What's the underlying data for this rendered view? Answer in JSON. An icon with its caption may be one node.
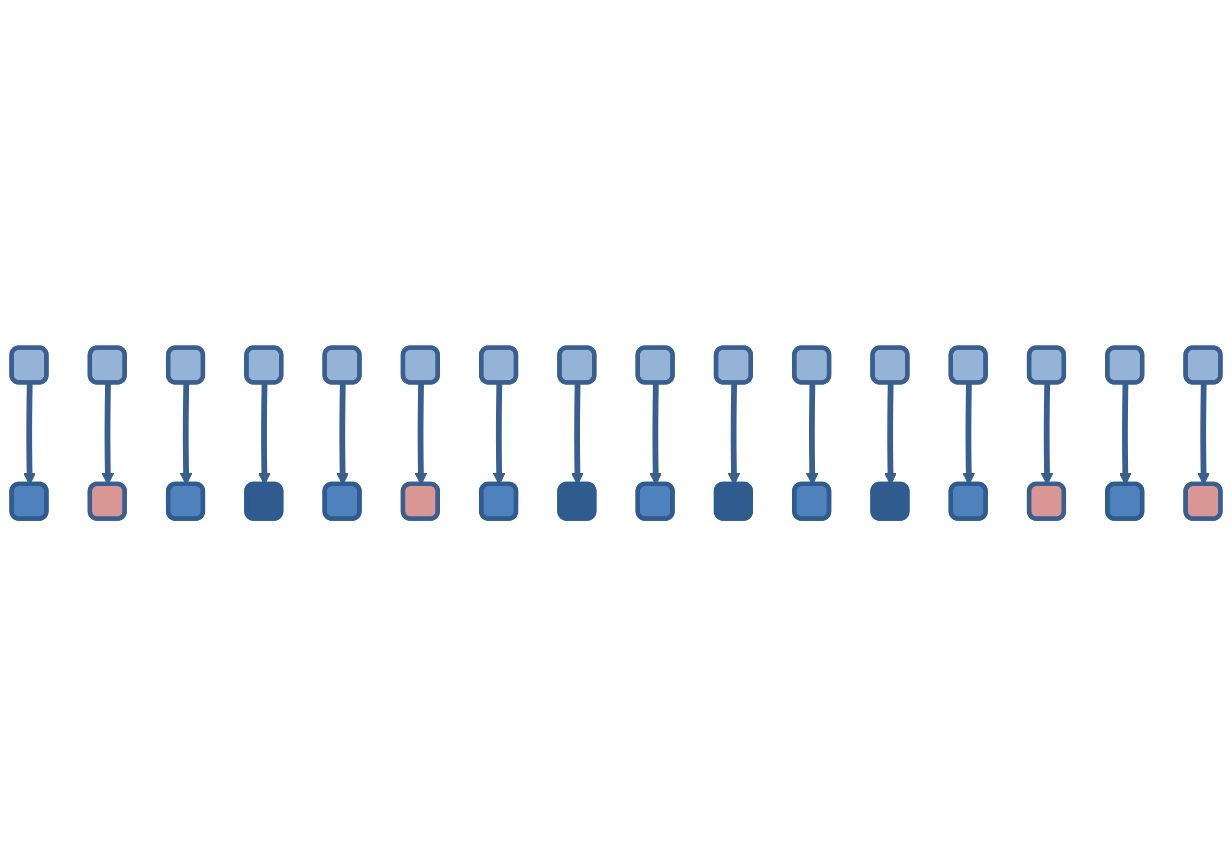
{
  "diagram": {
    "nodes": [
      {
        "text": [],
        "shape": "box"
      },
      {
        "text": [],
        "shape": "box"
      },
      {
        "text": [],
        "shape": "box"
      },
      {
        "text": [],
        "shape": "box"
      },
      {
        "text": [],
        "shape": "box"
      },
      {
        "text": [],
        "shape": "box"
      },
      {
        "text": [],
        "shape": "box"
      },
      {
        "text": [],
        "shape": "box"
      },
      {
        "text": [],
        "shape": "box"
      },
      {
        "text": [],
        "shape": "box"
      },
      {
        "text": [],
        "shape": "box"
      },
      {
        "text": [],
        "shape": "box"
      },
      {
        "text": [],
        "shape": "box"
      },
      {
        "text": [],
        "shape": "box"
      },
      {
        "text": [],
        "shape": "box"
      },
      {
        "text": [],
        "shape": "box"
      },
      {
        "text": [],
        "shape": "box"
      },
      {
        "text": [],
        "shape": "box"
      },
      {
        "text": [],
        "shape": "box"
      },
      {
        "text": [],
        "shape": "box"
      },
      {
        "text": [],
        "shape": "box"
      },
      {
        "text": [],
        "shape": "box"
      },
      {
        "text": [],
        "shape": "box"
      },
      {
        "text": [],
        "shape": "box"
      },
      {
        "text": [],
        "shape": "box"
      },
      {
        "text": [],
        "shape": "box"
      },
      {
        "text": [],
        "shape": "box"
      },
      {
        "text": [],
        "shape": "box"
      },
      {
        "text": [],
        "shape": "box"
      },
      {
        "text": [],
        "shape": "box"
      },
      {
        "text": [],
        "shape": "box"
      },
      {
        "text": [],
        "shape": "box"
      }
    ],
    "edges": [
      {
        "from": 0,
        "to": 8,
        "arrow": "to"
      },
      {
        "from": 1,
        "to": 9,
        "arrow": "to"
      },
      {
        "from": 2,
        "to": 10,
        "arrow": "to"
      },
      {
        "from": 3,
        "to": 11,
        "arrow": "to"
      },
      {
        "from": 4,
        "to": 12,
        "arrow": "to"
      },
      {
        "from": 5,
        "to": 13,
        "arrow": "to"
      },
      {
        "from": 6,
        "to": 14,
        "arrow": "to"
      },
      {
        "from": 7,
        "to": 15,
        "arrow": "to"
      },
      {
        "from": 16,
        "to": 24,
        "arrow": "to"
      },
      {
        "from": 17,
        "to": 25,
        "arrow": "to"
      },
      {
        "from": 18,
        "to": 26,
        "arrow": "to"
      },
      {
        "from": 19,
        "to": 27,
        "arrow": "to"
      },
      {
        "from": 20,
        "to": 28,
        "arrow": "to"
      },
      {
        "from": 21,
        "to": 29,
        "arrow": "to"
      },
      {
        "from": 22,
        "to": 30,
        "arrow": "to"
      },
      {
        "from": 23,
        "to": 31,
        "arrow": "to"
      }
    ]
  }
}
